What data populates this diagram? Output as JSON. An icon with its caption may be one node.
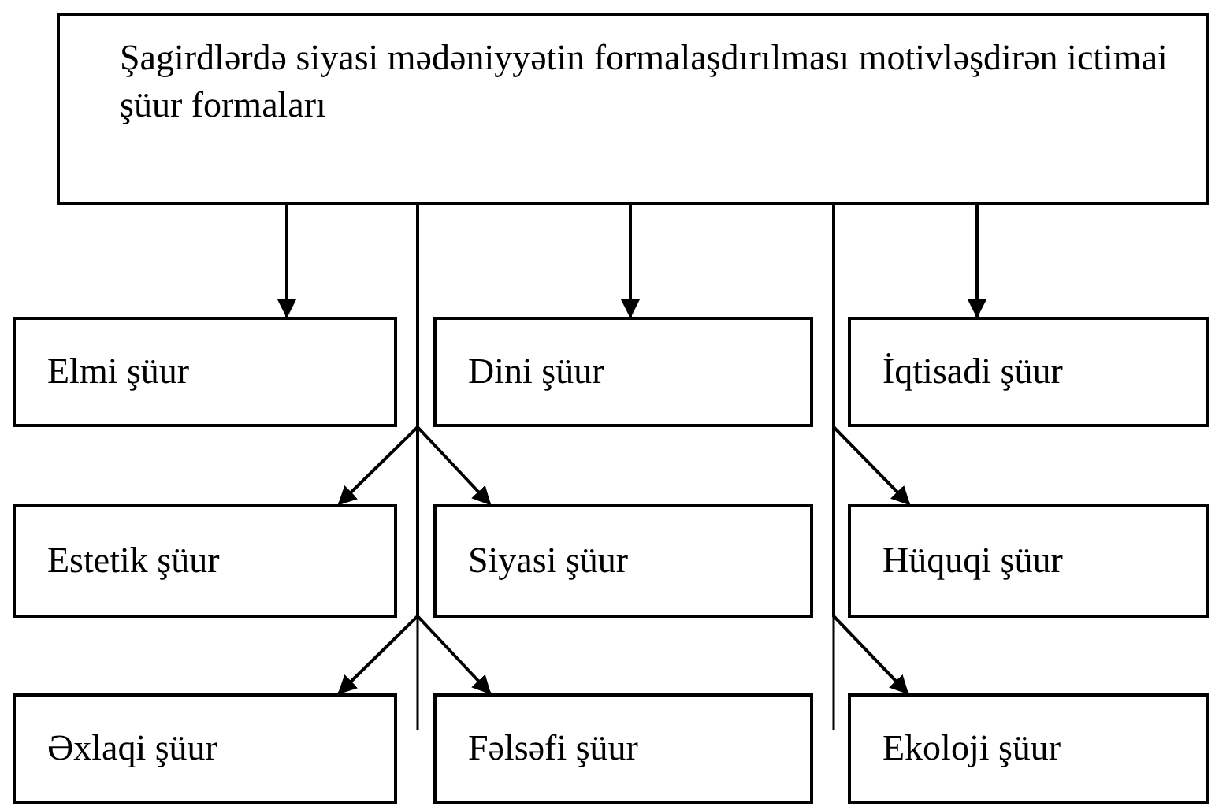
{
  "diagram": {
    "nodes": [
      {
        "text": [
          "Şagirdlərdə siyasi mədəniyyətin formalaşdırılması motivləşdirən ictimai şüur formaları"
        ]
      },
      {
        "text": [
          "Elmi şüur"
        ]
      },
      {
        "text": [
          "Dini şüur"
        ]
      },
      {
        "text": [
          "İqtisadi şüur"
        ]
      },
      {
        "text": [
          "Estetik şüur"
        ]
      },
      {
        "text": [
          "Siyasi şüur"
        ]
      },
      {
        "text": [
          "Hüquqi şüur"
        ]
      },
      {
        "text": [
          "Əxlaqi şüur"
        ]
      },
      {
        "text": [
          "Fəlsəfi şüur"
        ]
      },
      {
        "text": [
          "Ekoloji şüur"
        ]
      }
    ],
    "edges": [
      {
        "from": 0,
        "to": 1,
        "arrow": "to"
      },
      {
        "from": 0,
        "to": 2,
        "arrow": "to"
      },
      {
        "from": 0,
        "to": 3,
        "arrow": "to"
      },
      {
        "from": 0,
        "to": 4,
        "arrow": "to"
      },
      {
        "from": 0,
        "to": 5,
        "arrow": "to"
      },
      {
        "from": 0,
        "to": 6,
        "arrow": "to"
      },
      {
        "from": 0,
        "to": 7,
        "arrow": "to"
      },
      {
        "from": 0,
        "to": 8,
        "arrow": "to"
      },
      {
        "from": 0,
        "to": 9,
        "arrow": "to"
      }
    ]
  }
}
